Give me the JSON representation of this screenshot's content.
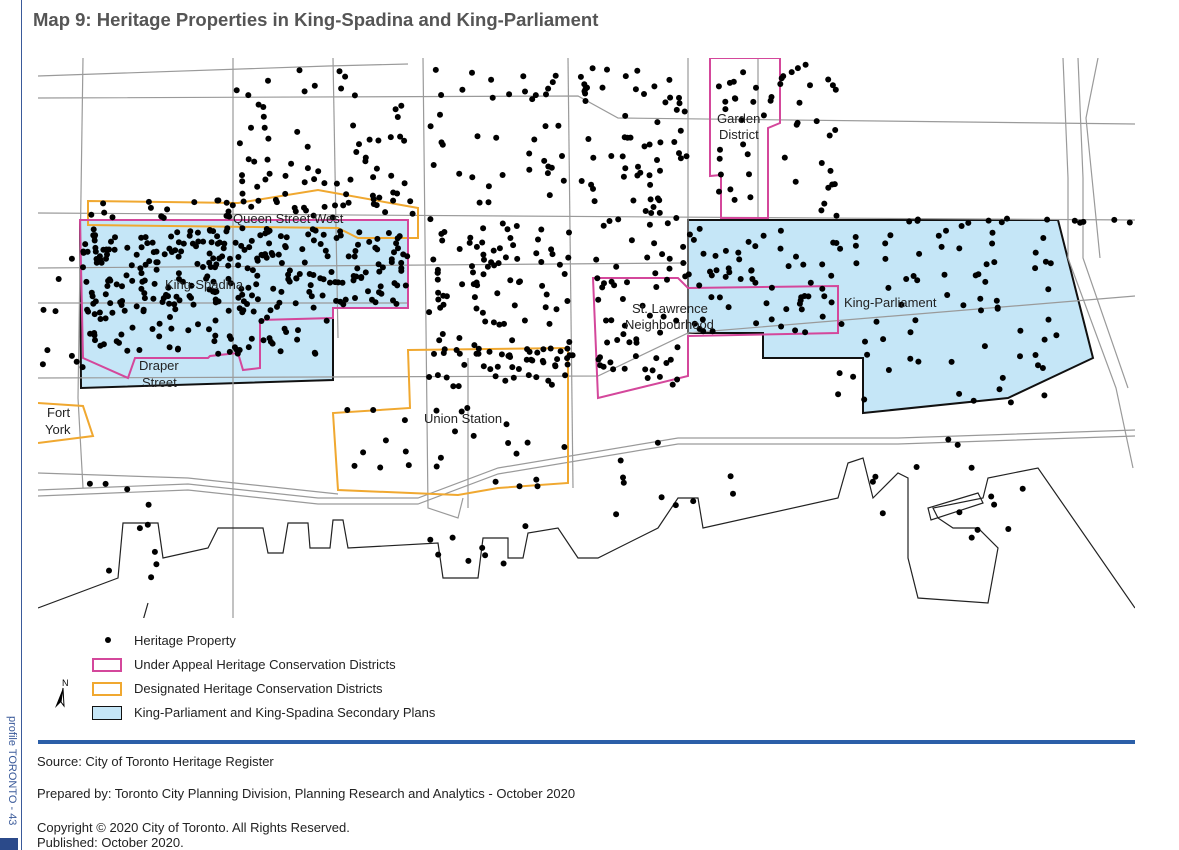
{
  "title": "Map 9: Heritage Properties in King-Spadina and King-Parliament",
  "side_label": "profile TORONTO - 43",
  "map_labels": {
    "queen_street_west": "Queen Street West",
    "king_spadina": "King-Spadina",
    "draper_line1": "Draper",
    "draper_line2": "Street",
    "fort_york_line1": "Fort",
    "fort_york_line2": "York",
    "union_station": "Union Station",
    "st_lawrence_line1": "St. Lawrence",
    "st_lawrence_line2": "Neighbourhood",
    "garden_line1": "Garden",
    "garden_line2": "District",
    "king_parliament": "King-Parliament"
  },
  "colors": {
    "heritage_dot": "#000000",
    "under_appeal_outline": "#d4479b",
    "designated_outline": "#f0a830",
    "secondary_plan_fill": "#c5e6f7",
    "footer_rule": "#2b5fa8"
  },
  "legend": {
    "heritage_property": "Heritage Property",
    "under_appeal": "Under Appeal Heritage Conservation Districts",
    "designated": "Designated Heritage Conservation Districts",
    "secondary_plans": "King-Parliament and King-Spadina Secondary Plans"
  },
  "north_label": "N",
  "footer": {
    "source": "Source: City of Toronto Heritage Register",
    "prepared": "Prepared by: Toronto City Planning Division, Planning Research and Analytics - October 2020",
    "copyright": "Copyright © 2020 City of Toronto. All Rights Reserved.",
    "published": "Published: October 2020."
  }
}
